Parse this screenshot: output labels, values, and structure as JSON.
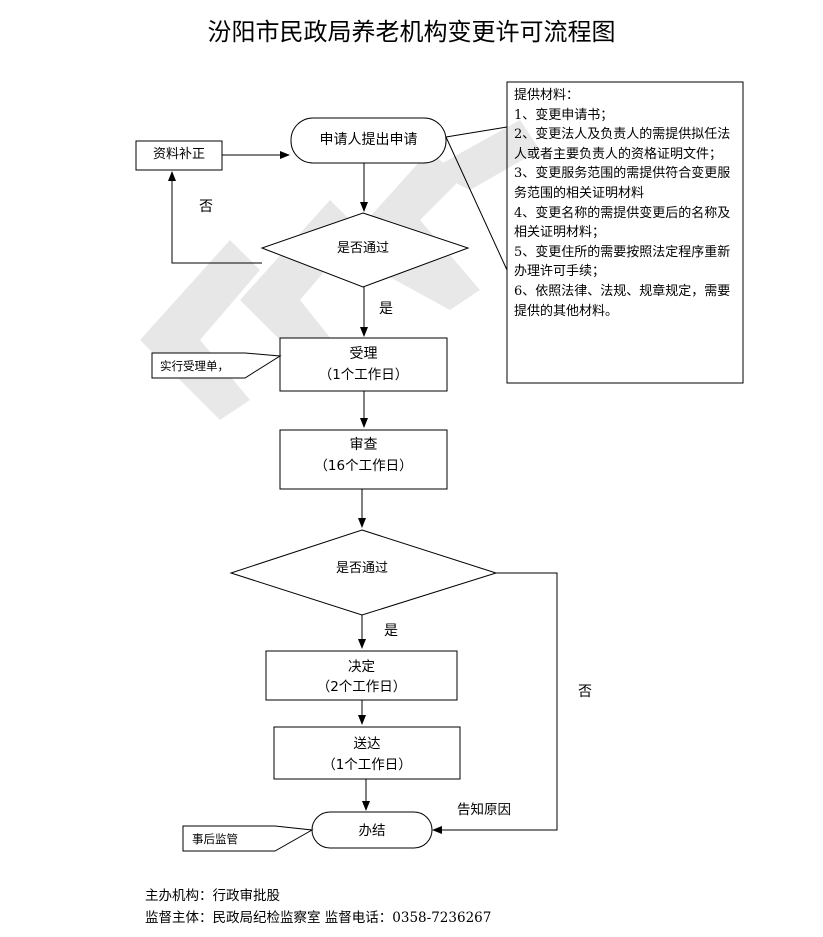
{
  "title": "汾阳市民政局养老机构变更许可流程图",
  "nodes": {
    "apply": "申请人提出申请",
    "supplement": "资料补正",
    "check1": "是否通过",
    "accept": {
      "name": "受理",
      "days": "（1个工作日）"
    },
    "accept_note": "实行受理单，",
    "review": {
      "name": "审查",
      "days": "（16个工作日）"
    },
    "check2": "是否通过",
    "decision": {
      "name": "决定",
      "days": "（2个工作日）"
    },
    "delivery": {
      "name": "送达",
      "days": "（1个工作日）"
    },
    "finish": "办结",
    "supervision_note": "事后监管"
  },
  "edge_labels": {
    "no1": "否",
    "yes1": "是",
    "yes2": "是",
    "no2": "否",
    "inform_reason": "告知原因"
  },
  "materials": [
    "提供材料：",
    "1、变更申请书；",
    "2、变更法人及负责人的需提供拟任法人或者主要负责人的资格证明文件；",
    "3、变更服务范围的需提供符合变更服务范围的相关证明材料",
    "4、变更名称的需提供变更后的名称及相关证明材料；",
    "5、变更住所的需要按照法定程序重新办理许可手续；",
    "6、依照法律、法规、规章规定，需要提供的其他材料。"
  ],
  "footer": {
    "organizer": "主办机构：行政审批股",
    "supervisor": "监督主体：民政局纪检监察室 监督电话：0358-7236267"
  }
}
